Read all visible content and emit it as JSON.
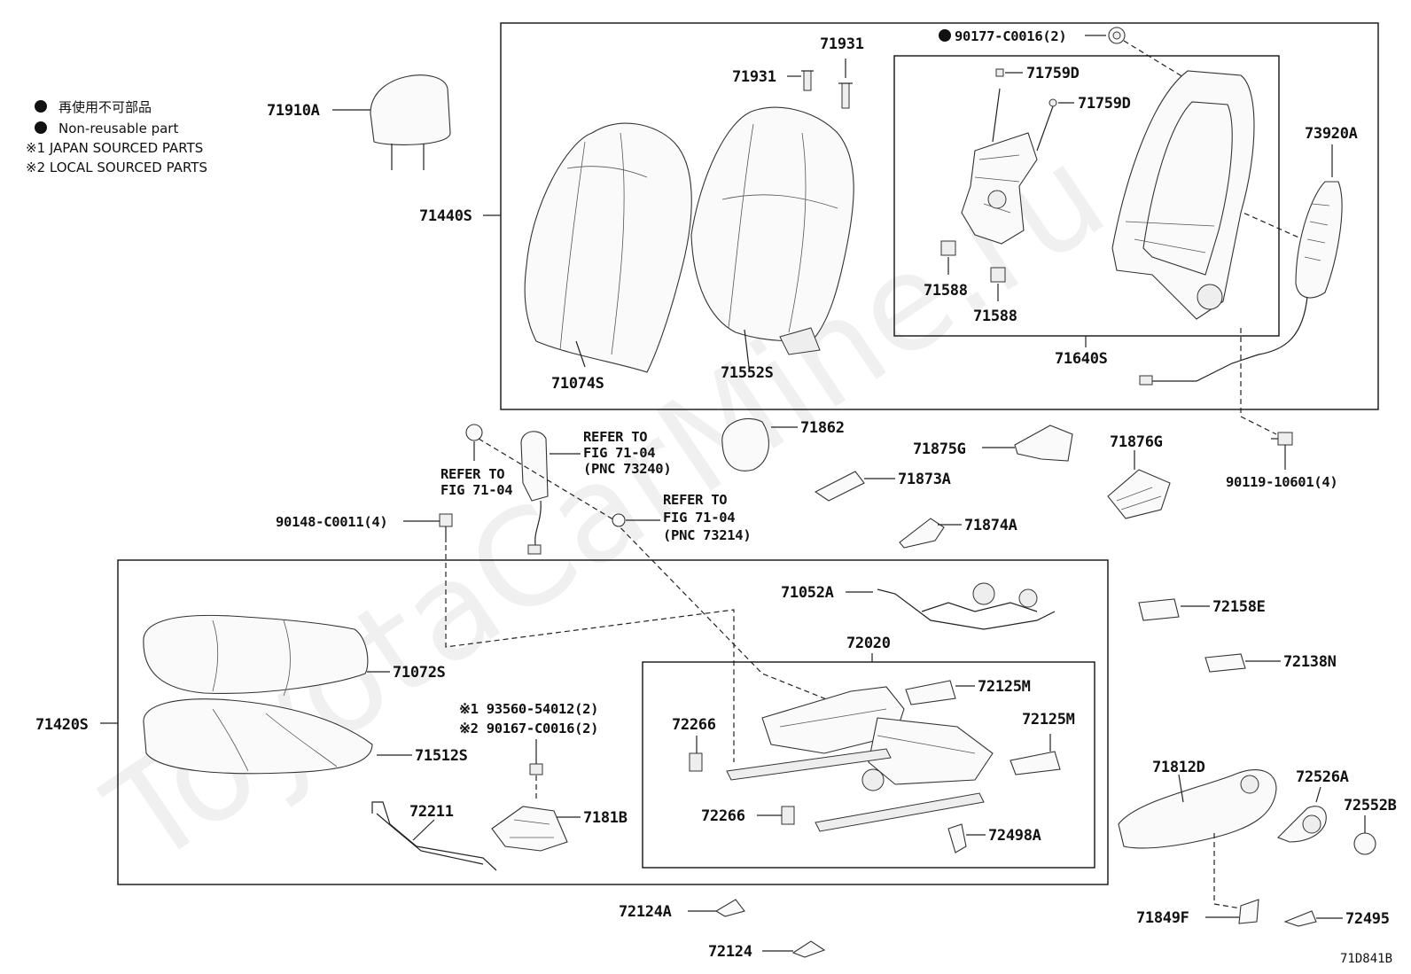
{
  "legend": {
    "line1": "再使用不可部品",
    "line2": "Non-reusable part",
    "line3": "※1 JAPAN SOURCED PARTS",
    "line4": "※2 LOCAL SOURCED PARTS"
  },
  "watermark": "ToyotaCarMine.ru",
  "diagram_code": "71D841B",
  "labels": {
    "p71910A": "71910A",
    "p71440S": "71440S",
    "p71931a": "71931",
    "p71931b": "71931",
    "p90177": "90177-C0016(2)",
    "p71759Da": "71759D",
    "p71759Db": "71759D",
    "p73920A": "73920A",
    "p71588a": "71588",
    "p71588b": "71588",
    "p71640S": "71640S",
    "p71074S": "71074S",
    "p71552S": "71552S",
    "p71862": "71862",
    "p71875G": "71875G",
    "p71876G": "71876G",
    "p71873A": "71873A",
    "p71874A": "71874A",
    "p90119": "90119-10601(4)",
    "p90148": "90148-C0011(4)",
    "p71052A": "71052A",
    "p72158E": "72158E",
    "p72138N": "72138N",
    "p72020": "72020",
    "p72125Ma": "72125M",
    "p72125Mb": "72125M",
    "p72266a": "72266",
    "p72266b": "72266",
    "p72498A": "72498A",
    "p71072S": "71072S",
    "p71420S": "71420S",
    "p71512S": "71512S",
    "p93560": "※1 93560-54012(2)",
    "p90167": "※2 90167-C0016(2)",
    "p7181B": "7181B",
    "p72211": "72211",
    "p71812D": "71812D",
    "p72526A": "72526A",
    "p72552B": "72552B",
    "p71849F": "71849F",
    "p72495": "72495",
    "p72124A": "72124A",
    "p72124": "72124"
  },
  "refers": {
    "r1": [
      "REFER TO",
      "FIG 71-04",
      "(PNC 73240)"
    ],
    "r2": [
      "REFER TO",
      "FIG 71-04"
    ],
    "r3": [
      "REFER TO",
      "FIG 71-04",
      "(PNC 73214)"
    ]
  }
}
